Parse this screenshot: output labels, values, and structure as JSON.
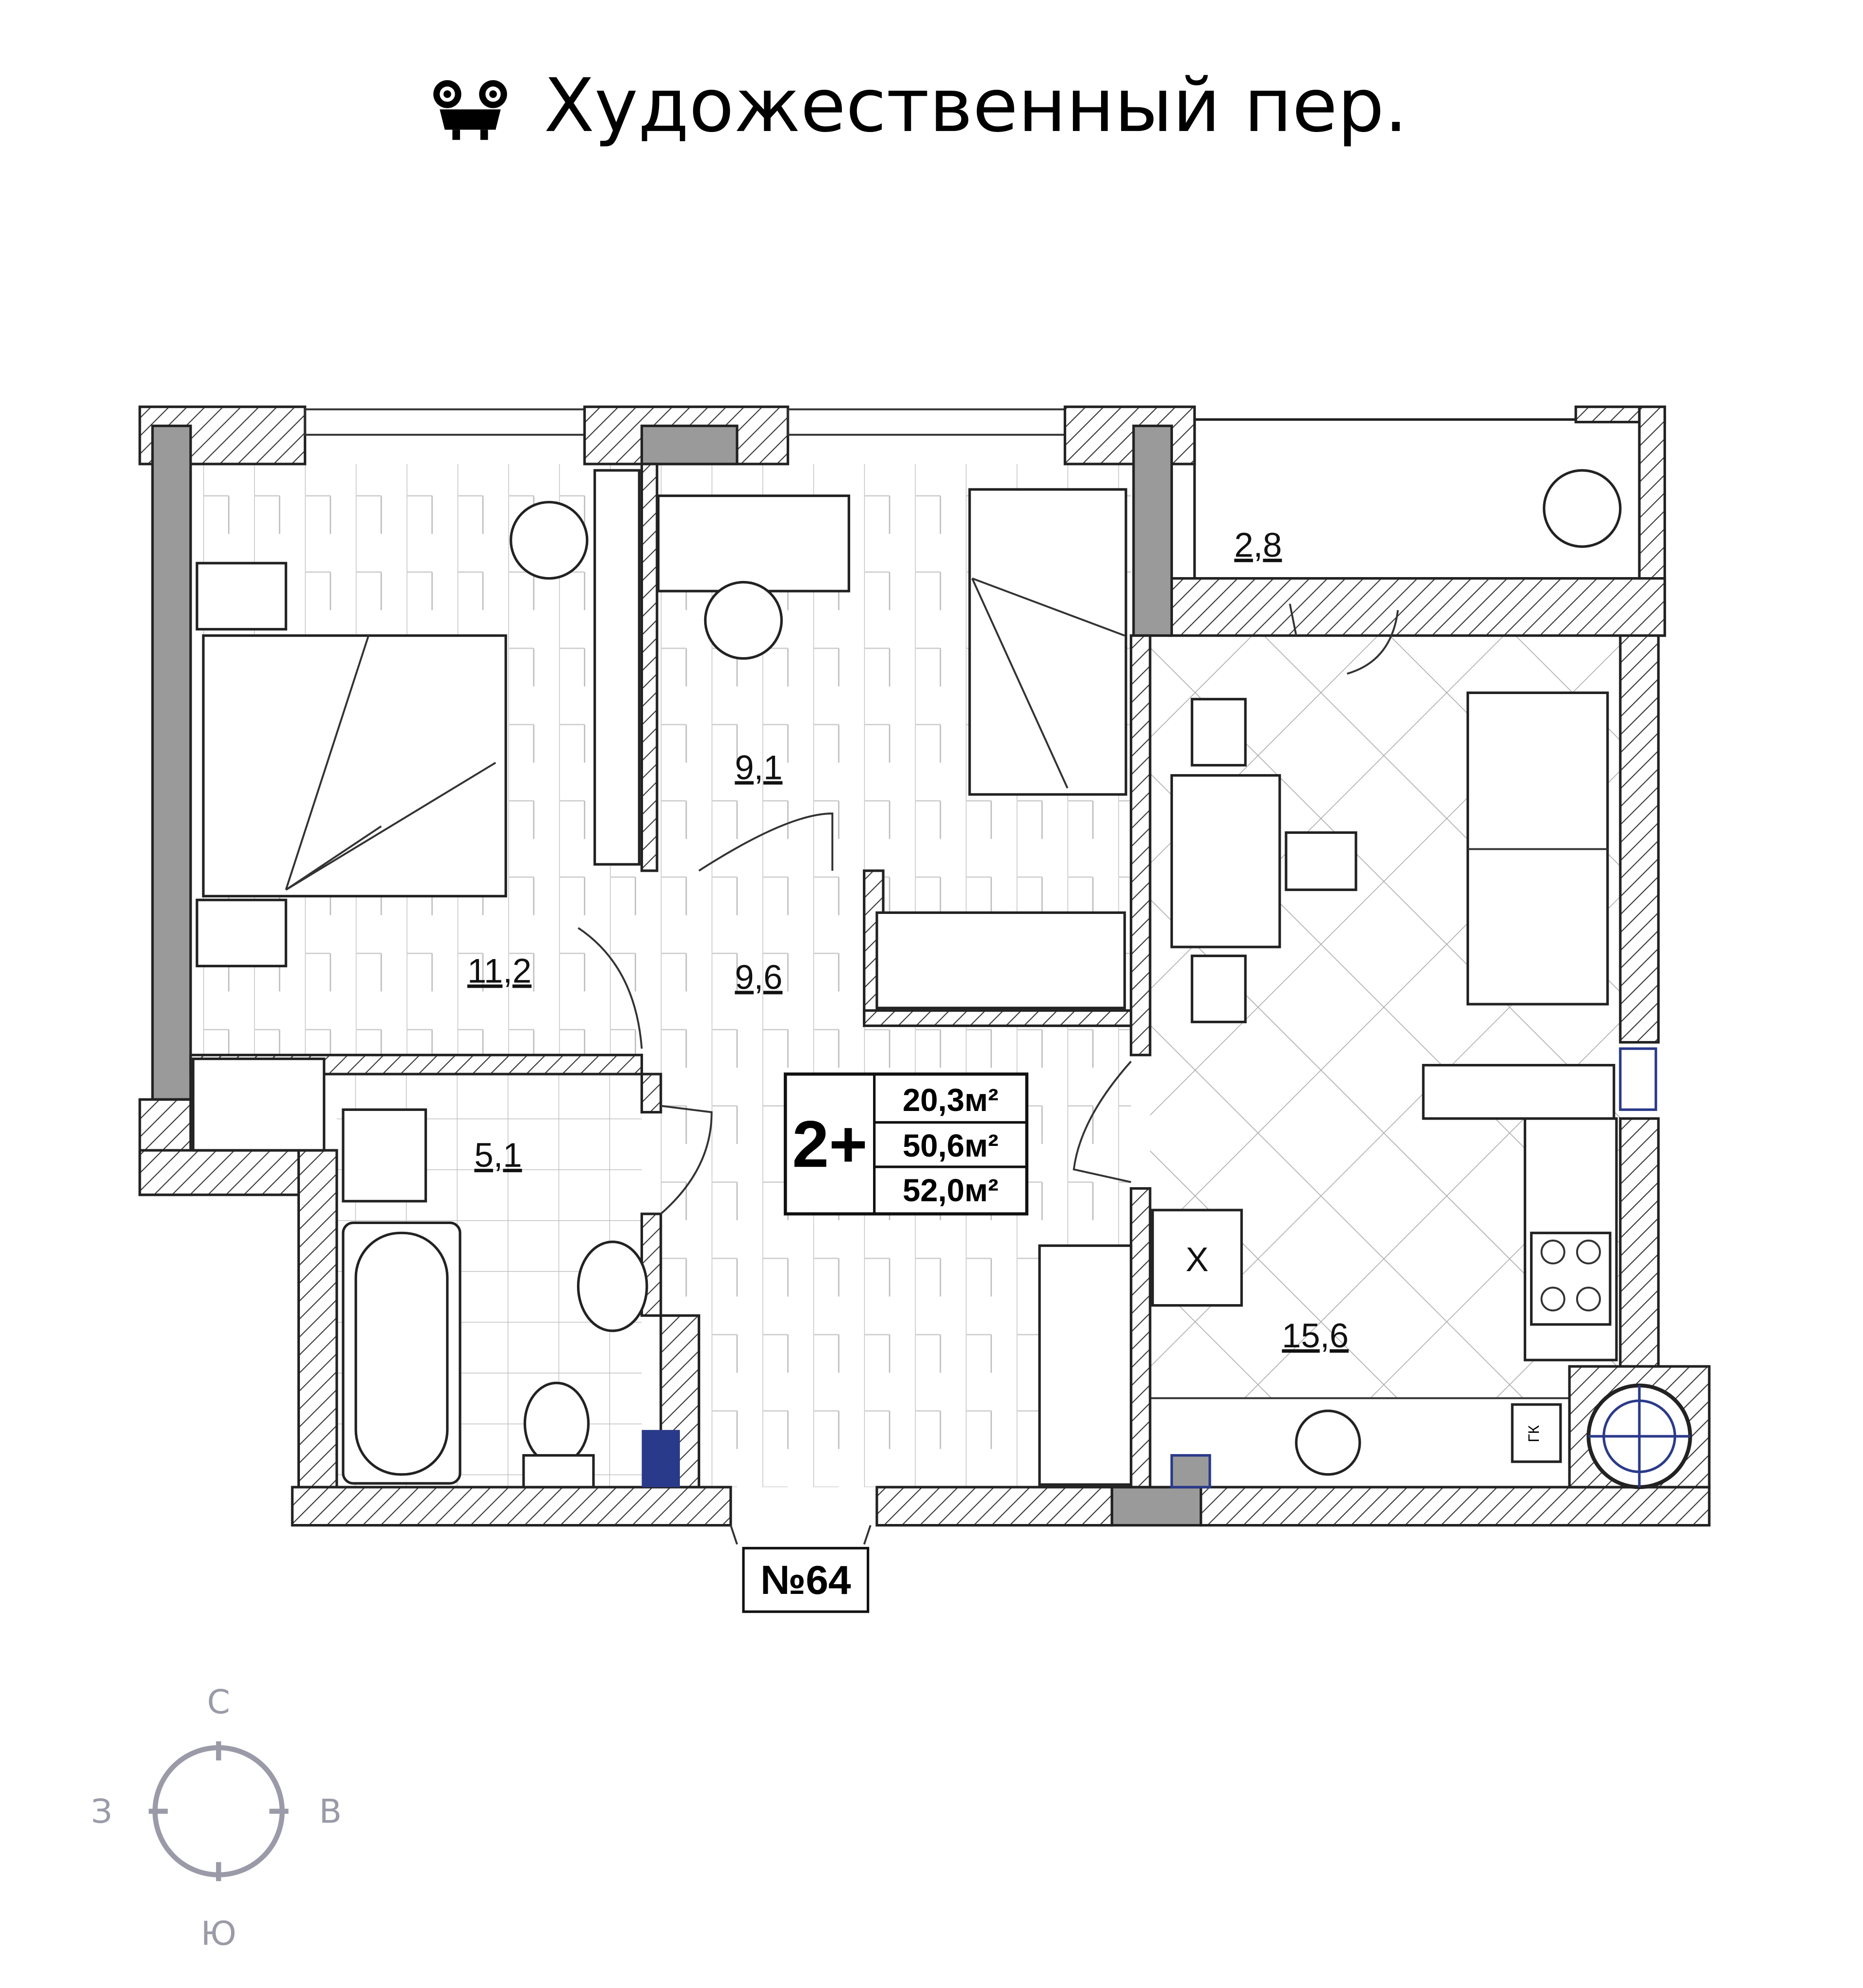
{
  "header": {
    "logo_icon": "owl-icon",
    "street": "Художественный пер."
  },
  "plan": {
    "rooms": [
      {
        "name": "bedroom",
        "area": "11,2"
      },
      {
        "name": "room",
        "area": "9,1"
      },
      {
        "name": "hall",
        "area": "9,6"
      },
      {
        "name": "bathroom",
        "area": "5,1"
      },
      {
        "name": "kitchen-living",
        "area": "15,6"
      },
      {
        "name": "balcony",
        "area": "2,8"
      }
    ],
    "summary": {
      "type": "2+",
      "living_area": "20,3м²",
      "total_area": "50,6м²",
      "total_with_balcony": "52,0м²"
    },
    "apartment_number": "№64",
    "fridge_mark": "Х",
    "gas_mark": "ГК"
  },
  "compass": {
    "north": "С",
    "west": "З",
    "east": "В",
    "south": "Ю",
    "color": "#9a9aa8"
  }
}
